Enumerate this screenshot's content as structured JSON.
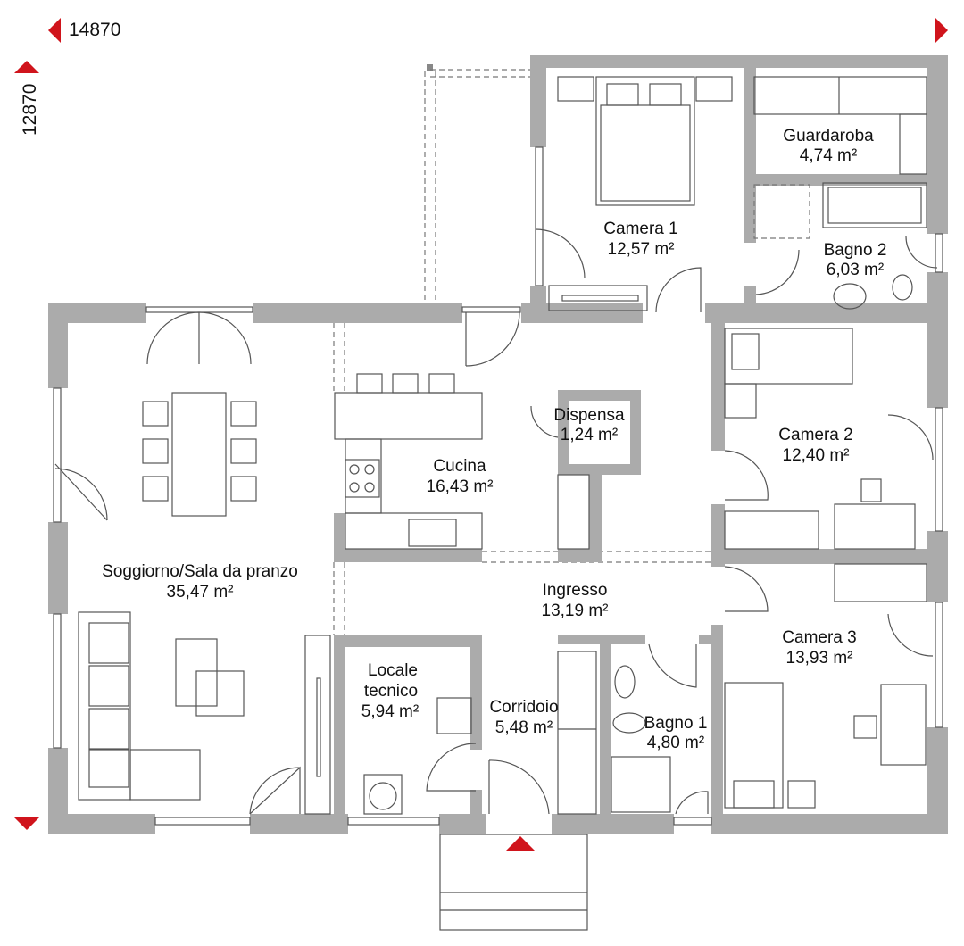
{
  "dimensions": {
    "width": "14870",
    "height": "12870"
  },
  "colors": {
    "wall": "#ababab",
    "marker": "#d0141c",
    "line": "#555555"
  },
  "rooms": [
    {
      "name": "Guardaroba",
      "area": "4,74 m²"
    },
    {
      "name": "Camera 1",
      "area": "12,57 m²"
    },
    {
      "name": "Bagno 2",
      "area": "6,03 m²"
    },
    {
      "name": "Dispensa",
      "area": "1,24 m²"
    },
    {
      "name": "Cucina",
      "area": "16,43 m²"
    },
    {
      "name": "Camera 2",
      "area": "12,40 m²"
    },
    {
      "name": "Soggiorno/Sala da pranzo",
      "area": "35,47 m²"
    },
    {
      "name": "Ingresso",
      "area": "13,19 m²"
    },
    {
      "name": "Camera 3",
      "area": "13,93 m²"
    },
    {
      "name": "Locale",
      "name2": "tecnico",
      "area": "5,94 m²"
    },
    {
      "name": "Corridoio",
      "area": "5,48 m²"
    },
    {
      "name": "Bagno 1",
      "area": "4,80 m²"
    }
  ]
}
